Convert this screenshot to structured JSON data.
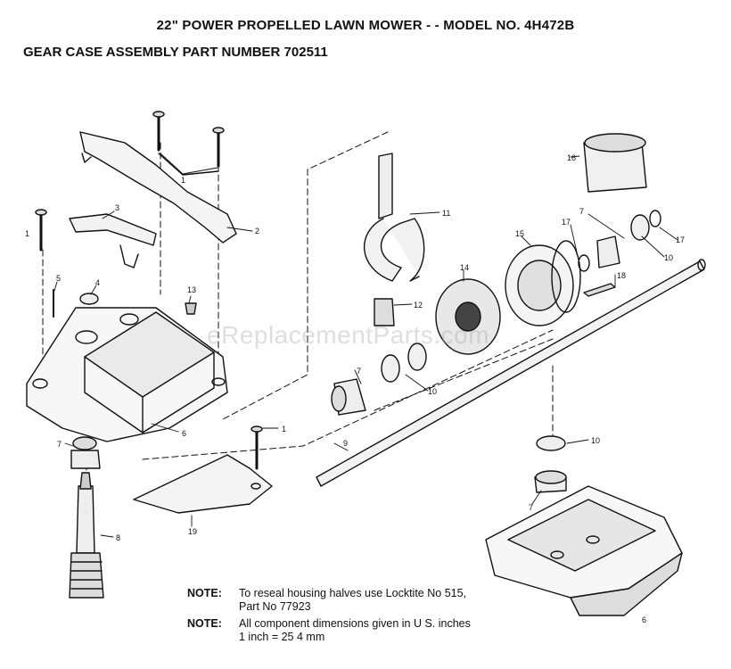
{
  "header": {
    "title": "22\" POWER PROPELLED LAWN MOWER - - MODEL NO. 4H472B",
    "subtitle": "GEAR CASE ASSEMBLY PART NUMBER 702511"
  },
  "watermark": "eReplacementParts.com",
  "callouts": [
    "1",
    "1",
    "1",
    "2",
    "3",
    "4",
    "5",
    "6",
    "6",
    "7",
    "7",
    "7",
    "7",
    "8",
    "9",
    "10",
    "10",
    "10",
    "11",
    "12",
    "13",
    "14",
    "15",
    "16",
    "17",
    "17",
    "18",
    "19"
  ],
  "notes": [
    {
      "label": "NOTE:",
      "line1": "To reseal housing halves use Locktite No  515,",
      "line2": "Part No  77923"
    },
    {
      "label": "NOTE:",
      "line1": "All component dimensions given in U S. inches",
      "line2": "1 inch = 25 4 mm"
    }
  ]
}
